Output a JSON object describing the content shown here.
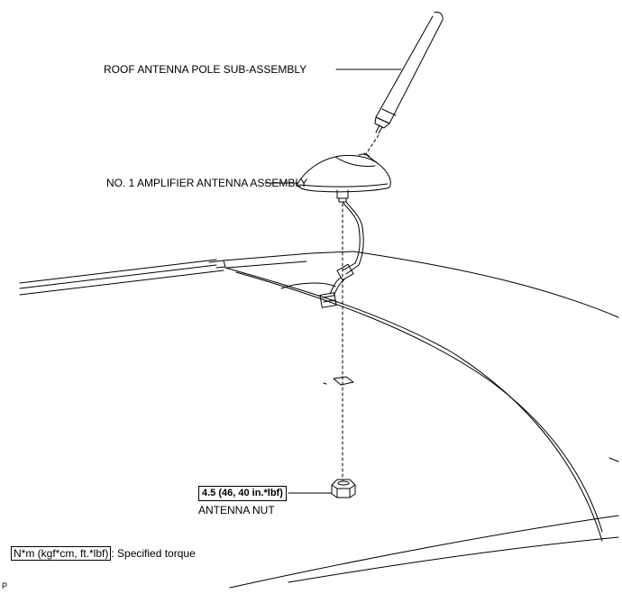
{
  "labels": {
    "pole": "ROOF ANTENNA POLE SUB-ASSEMBLY",
    "amplifier": "NO. 1 AMPLIFIER ANTENNA ASSEMBLY",
    "nut": "ANTENNA NUT"
  },
  "torque": {
    "value": "4.5 (46, 40 in.*lbf)"
  },
  "legend": {
    "units": "N*m (kgf*cm, ft.*lbf)",
    "text": ": Specified torque"
  },
  "figure_code": "P"
}
